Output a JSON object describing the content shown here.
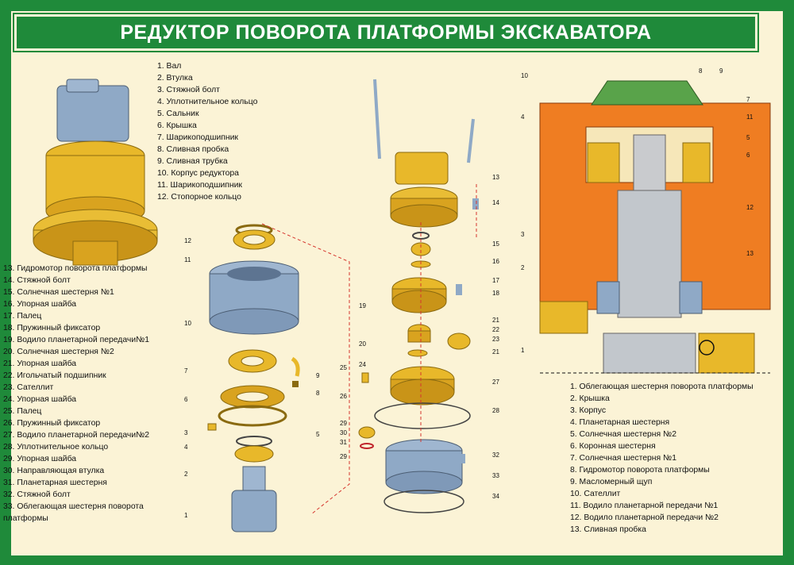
{
  "title": "РЕДУКТОР ПОВОРОТА ПЛАТФОРМЫ ЭКСКАВАТОРА",
  "colors": {
    "frame_green": "#1f8a3a",
    "paper": "#fbf3d6",
    "leader_red": "#d6362e",
    "housing_orange": "#ef7d22",
    "gold": "#e8b82a",
    "steel_blue": "#8fa9c6"
  },
  "parts_list_top": [
    "1. Вал",
    "2. Втулка",
    "3. Стяжной болт",
    "4. Уплотнительное кольцо",
    "5. Сальник",
    "6. Крышка",
    "7. Шарикоподшипник",
    "8. Сливная пробка",
    "9. Сливная трубка",
    "10. Корпус редуктора",
    "11. Шарикоподшипник",
    "12. Стопорное кольцо"
  ],
  "parts_list_left": [
    "13. Гидромотор поворота платформы",
    "14. Стяжной болт",
    "15. Солнечная шестерня №1",
    "16. Упорная шайба",
    "17. Палец",
    "18. Пружинный фиксатор",
    "19. Водило планетарной передачи№1",
    "20. Солнечная шестерня №2",
    "21. Упорная шайба",
    "22. Игольчатый подшипник",
    "23. Сателлит",
    "24. Упорная шайба",
    "25. Палец",
    "26. Пружинный фиксатор",
    "27. Водило планетарной передачи№2",
    "28. Уплотнительное кольцо",
    "29. Упорная шайба",
    "30. Направляющая втулка",
    "31. Планетарная шестерня",
    "32. Стяжной болт",
    "33. Облегающая шестерня поворота",
    "платформы"
  ],
  "parts_list_right": [
    "1. Облегающая шестерня поворота платформы",
    "2. Крышка",
    "3. Корпус",
    "4. Планетарная шестерня",
    "5. Солнечная шестерня №2",
    "6. Коронная шестерня",
    "7. Солнечная шестерня №1",
    "8. Гидромотор поворота платформы",
    "9. Масломерный щуп",
    "10. Сателлит",
    "11. Водило планетарной передачи №1",
    "12. Водило планетарной передачи №2",
    "13. Сливная пробка"
  ],
  "callouts_exploded_left": [
    "12",
    "11",
    "10",
    "7",
    "9",
    "8",
    "6",
    "5",
    "3",
    "4",
    "2",
    "1"
  ],
  "callouts_exploded_center": [
    "13",
    "14",
    "15",
    "16",
    "17",
    "18",
    "19",
    "20",
    "21",
    "22",
    "23",
    "21",
    "24",
    "25",
    "26",
    "27",
    "28",
    "29",
    "30",
    "31",
    "29",
    "32",
    "33",
    "34"
  ],
  "callouts_section": [
    "10",
    "8",
    "9",
    "7",
    "4",
    "11",
    "5",
    "6",
    "12",
    "3",
    "13",
    "2",
    "1"
  ]
}
